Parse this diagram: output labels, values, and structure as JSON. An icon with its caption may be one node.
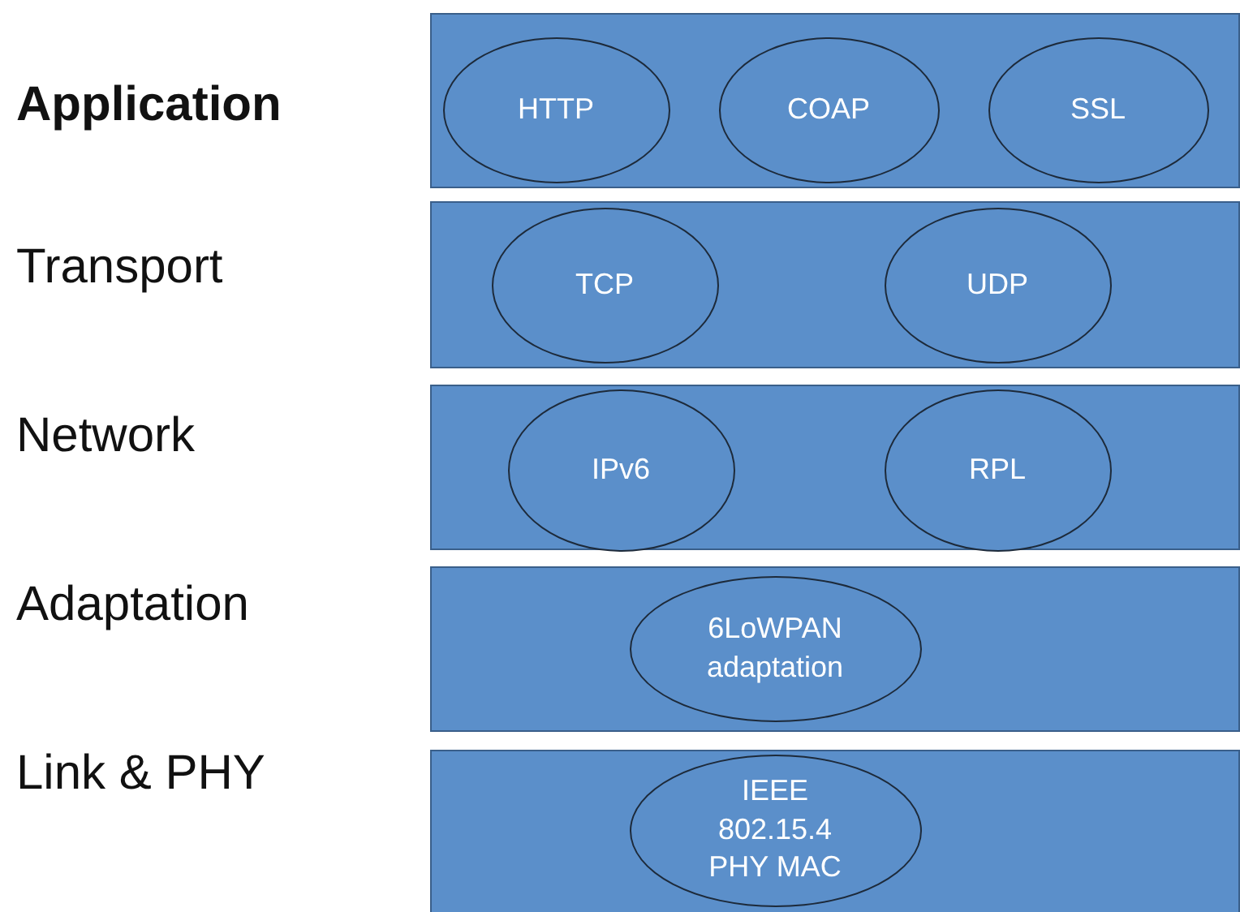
{
  "diagram": {
    "nodes": [
      {
        "text": [],
        "shape": "box"
      },
      {
        "text": [
          "HTTP"
        ],
        "in": 0
      },
      {
        "text": [
          "COAP"
        ],
        "in": 0
      },
      {
        "text": [
          "SSL"
        ],
        "in": 0
      },
      {
        "text": [],
        "shape": "box"
      },
      {
        "text": [
          "TCP"
        ],
        "in": 4
      },
      {
        "text": [
          "UDP"
        ],
        "in": 4
      },
      {
        "text": [],
        "shape": "box"
      },
      {
        "text": [
          "IPv6"
        ],
        "in": 7
      },
      {
        "text": [
          "RPL"
        ],
        "in": 7
      },
      {
        "text": [],
        "shape": "box"
      },
      {
        "text": [
          "6LoWPAN adaptation"
        ],
        "in": 10
      },
      {
        "text": [],
        "shape": "box"
      },
      {
        "text": [
          "IEEE 802.15.4 PHY MAC"
        ],
        "in": 12
      }
    ],
    "labels": [
      "Application",
      "Transport",
      "Network",
      "Adaptation",
      "Link & PHY"
    ]
  }
}
